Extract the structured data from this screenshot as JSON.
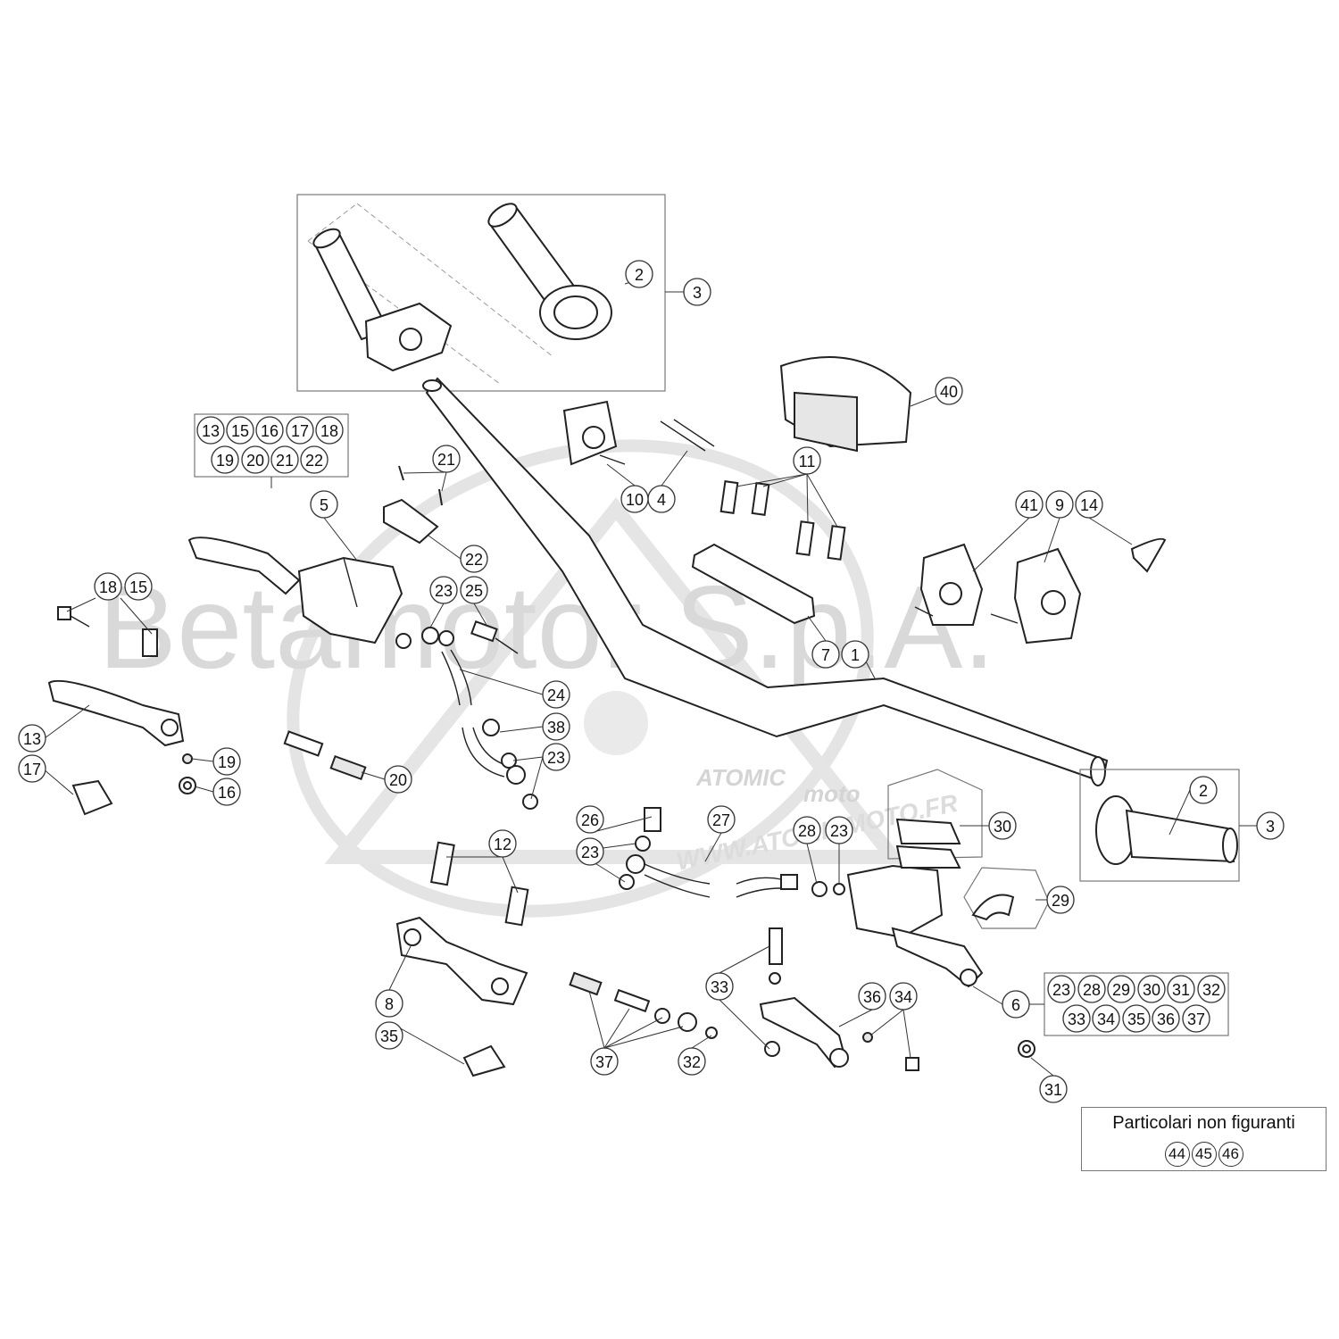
{
  "watermark": "Betamotor S.p.A.",
  "logo_text": "ATOMIC",
  "logo_subtext": "moto",
  "url_watermark": "WWW.ATOMICMOTO.FR",
  "not_shown_label": "Particolari non figuranti",
  "not_shown_parts": [
    "44",
    "45",
    "46"
  ],
  "group_left_parts": [
    "13",
    "15",
    "16",
    "17",
    "18",
    "19",
    "20",
    "21",
    "22"
  ],
  "group_right_parts": [
    "23",
    "28",
    "29",
    "30",
    "31",
    "32",
    "33",
    "34",
    "35",
    "36",
    "37"
  ],
  "callouts": [
    "1",
    "2",
    "3",
    "4",
    "5",
    "6",
    "7",
    "8",
    "9",
    "10",
    "11",
    "12",
    "13",
    "14",
    "15",
    "16",
    "17",
    "18",
    "19",
    "20",
    "21",
    "22",
    "23",
    "24",
    "25",
    "26",
    "27",
    "28",
    "29",
    "30",
    "31",
    "32",
    "33",
    "34",
    "35",
    "36",
    "37",
    "38",
    "40",
    "41"
  ]
}
